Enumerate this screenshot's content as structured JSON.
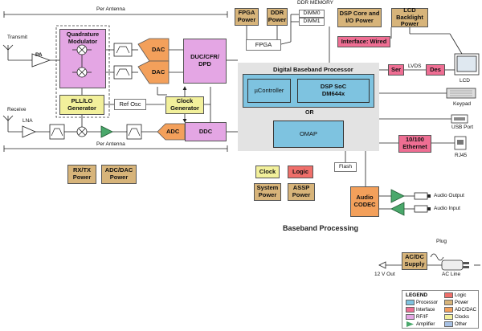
{
  "colors": {
    "processor": "#7ec3e0",
    "interface": "#ee6e93",
    "rf_if": "#e4a6e4",
    "logic": "#ef6f6a",
    "power": "#d7b47a",
    "adc_dac": "#f3a05b",
    "clocks": "#f2f09b",
    "other": "#a7c1e4",
    "amplifier": "#4aa86b",
    "gray_box": "#e3e3e3"
  },
  "labels": {
    "per_antenna_top": "Per Antenna",
    "per_antenna_bottom": "Per Antenna",
    "transmit": "Transmit",
    "receive": "Receive",
    "pa": "PA",
    "lna": "LNA",
    "quadrature_modulator": "Quadrature Modulator",
    "pll_lo": "PLL/LO Generator",
    "ref_osc": "Ref Osc",
    "clock_generator": "Clock Generator",
    "dac_1": "DAC",
    "dac_2": "DAC",
    "adc": "ADC",
    "duc": "DUC/CFR/ DPD",
    "ddc": "DDC",
    "rx_tx_power": "RX/TX Power",
    "adc_dac_power": "ADC/DAC Power",
    "fpga_power": "FPGA Power",
    "ddr_power": "DDR Power",
    "ddr_memory": "DDR MEMORY",
    "dimm0": "DIMM0",
    "dimm1": "DIMM1",
    "dsp_core_power": "DSP Core and I/O Power",
    "lcd_backlight": "LCD Backlight Power",
    "fpga": "FPGA",
    "interface_wired": "Interface: Wired",
    "dbp_title": "Digital Baseband Processor",
    "ucontroller": "µController",
    "dsp_soc": "DSP SoC DM644x",
    "or": "OR",
    "omap": "OMAP",
    "ser": "Ser",
    "des": "Des",
    "lvds": "LVDS",
    "lcd": "LCD",
    "keypad": "Keypad",
    "usb_port": "USB Port",
    "ethernet": "10/100 Ethernet",
    "rj45": "RJ45",
    "flash": "Flash",
    "clock": "Clock",
    "logic": "Logic",
    "system_power": "System Power",
    "assp_power": "ASSP Power",
    "audio_codec": "Audio CODEC",
    "audio_output": "Audio Output",
    "audio_input": "Audio Input",
    "baseband_processing": "Baseband Processing",
    "plug": "Plug",
    "ac_dc_supply": "AC/DC Supply",
    "twelve_v_out": "12 V Out",
    "ac_line": "AC Line"
  },
  "legend": {
    "title": "LEGEND",
    "items": [
      {
        "key": "processor",
        "label": "Processor",
        "color": "#7ec3e0"
      },
      {
        "key": "interface",
        "label": "Interface",
        "color": "#ee6e93"
      },
      {
        "key": "rf_if",
        "label": "RF/IF",
        "color": "#e4a6e4"
      },
      {
        "key": "amplifier",
        "label": "Amplifier",
        "color": "#4aa86b"
      },
      {
        "key": "logic",
        "label": "Logic",
        "color": "#ef6f6a"
      },
      {
        "key": "power",
        "label": "Power",
        "color": "#d7b47a"
      },
      {
        "key": "adc_dac",
        "label": "ADC/DAC",
        "color": "#f3a05b"
      },
      {
        "key": "clocks",
        "label": "Clocks",
        "color": "#f2f09b"
      },
      {
        "key": "other",
        "label": "Other",
        "color": "#a7c1e4"
      }
    ]
  }
}
